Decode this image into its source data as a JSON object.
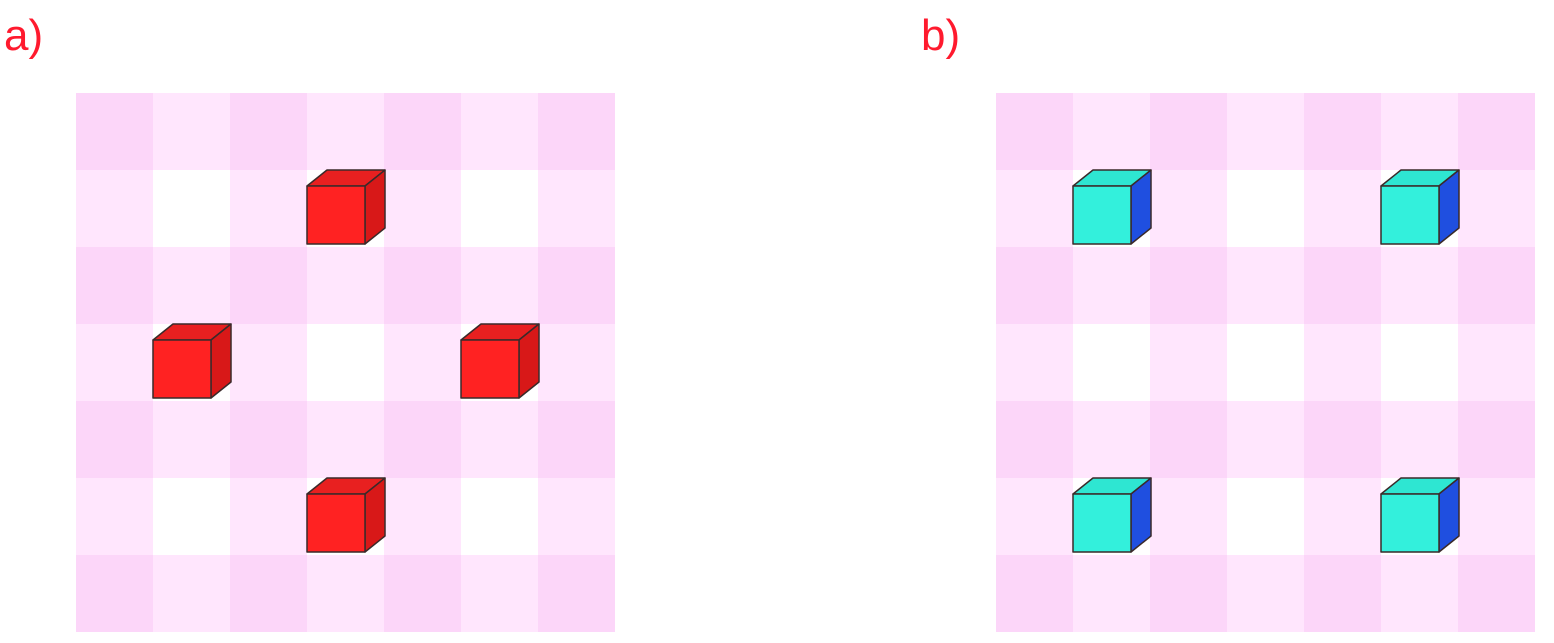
{
  "panels": [
    {
      "label": "a)",
      "cube_colors": {
        "front": "#ff2222",
        "top": "#e82020",
        "side": "#d81818"
      },
      "cubes": [
        {
          "row": 1,
          "col": 3
        },
        {
          "row": 3,
          "col": 1
        },
        {
          "row": 3,
          "col": 5
        },
        {
          "row": 5,
          "col": 3
        }
      ]
    },
    {
      "label": "b)",
      "cube_colors": {
        "front": "#33f0dc",
        "top": "#2ee6d2",
        "side": "#1f4fe0"
      },
      "cubes": [
        {
          "row": 1,
          "col": 1
        },
        {
          "row": 1,
          "col": 5
        },
        {
          "row": 5,
          "col": 1
        },
        {
          "row": 5,
          "col": 5
        }
      ]
    }
  ],
  "grid": {
    "rows": 7,
    "cols": 7,
    "colors": {
      "dark": "#fcd6f9",
      "mid": "#ffe6fd",
      "light": "#ffffff"
    }
  }
}
